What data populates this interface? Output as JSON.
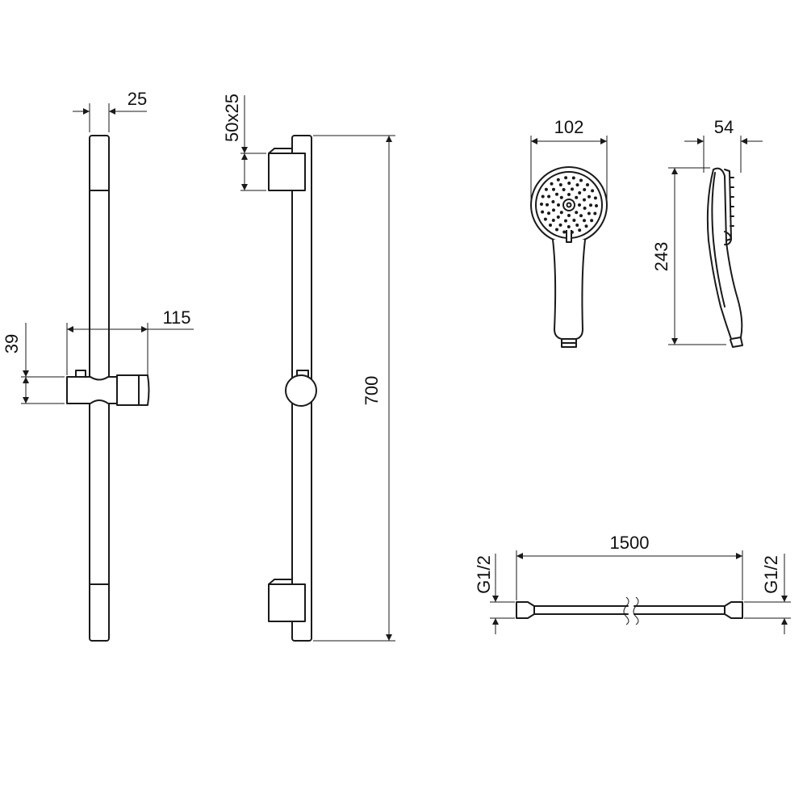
{
  "dimensions": {
    "rail_diameter": "25",
    "bracket_size": "50x25",
    "slider_projection": "115",
    "slider_height": "39",
    "rail_length": "700",
    "head_diameter": "102",
    "head_depth": "54",
    "handshower_length": "243",
    "hose_length": "1500",
    "hose_thread_left": "G1/2",
    "hose_thread_right": "G1/2"
  }
}
